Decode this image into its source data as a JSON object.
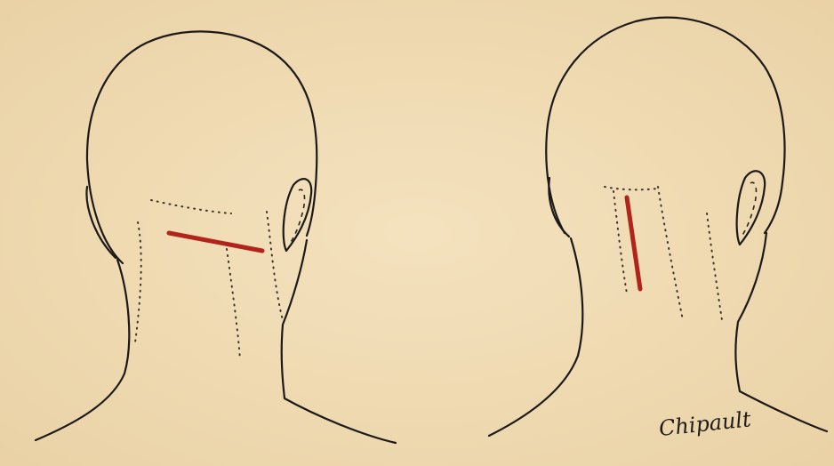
{
  "figure": {
    "signature": "Chipault",
    "colors": {
      "paper": "#f1dcb4",
      "ink": "#1c1a18",
      "incision": "#b0241c"
    },
    "panels": [
      {
        "name": "left-head",
        "incision": "oblique"
      },
      {
        "name": "right-head",
        "incision": "vertical"
      }
    ]
  }
}
